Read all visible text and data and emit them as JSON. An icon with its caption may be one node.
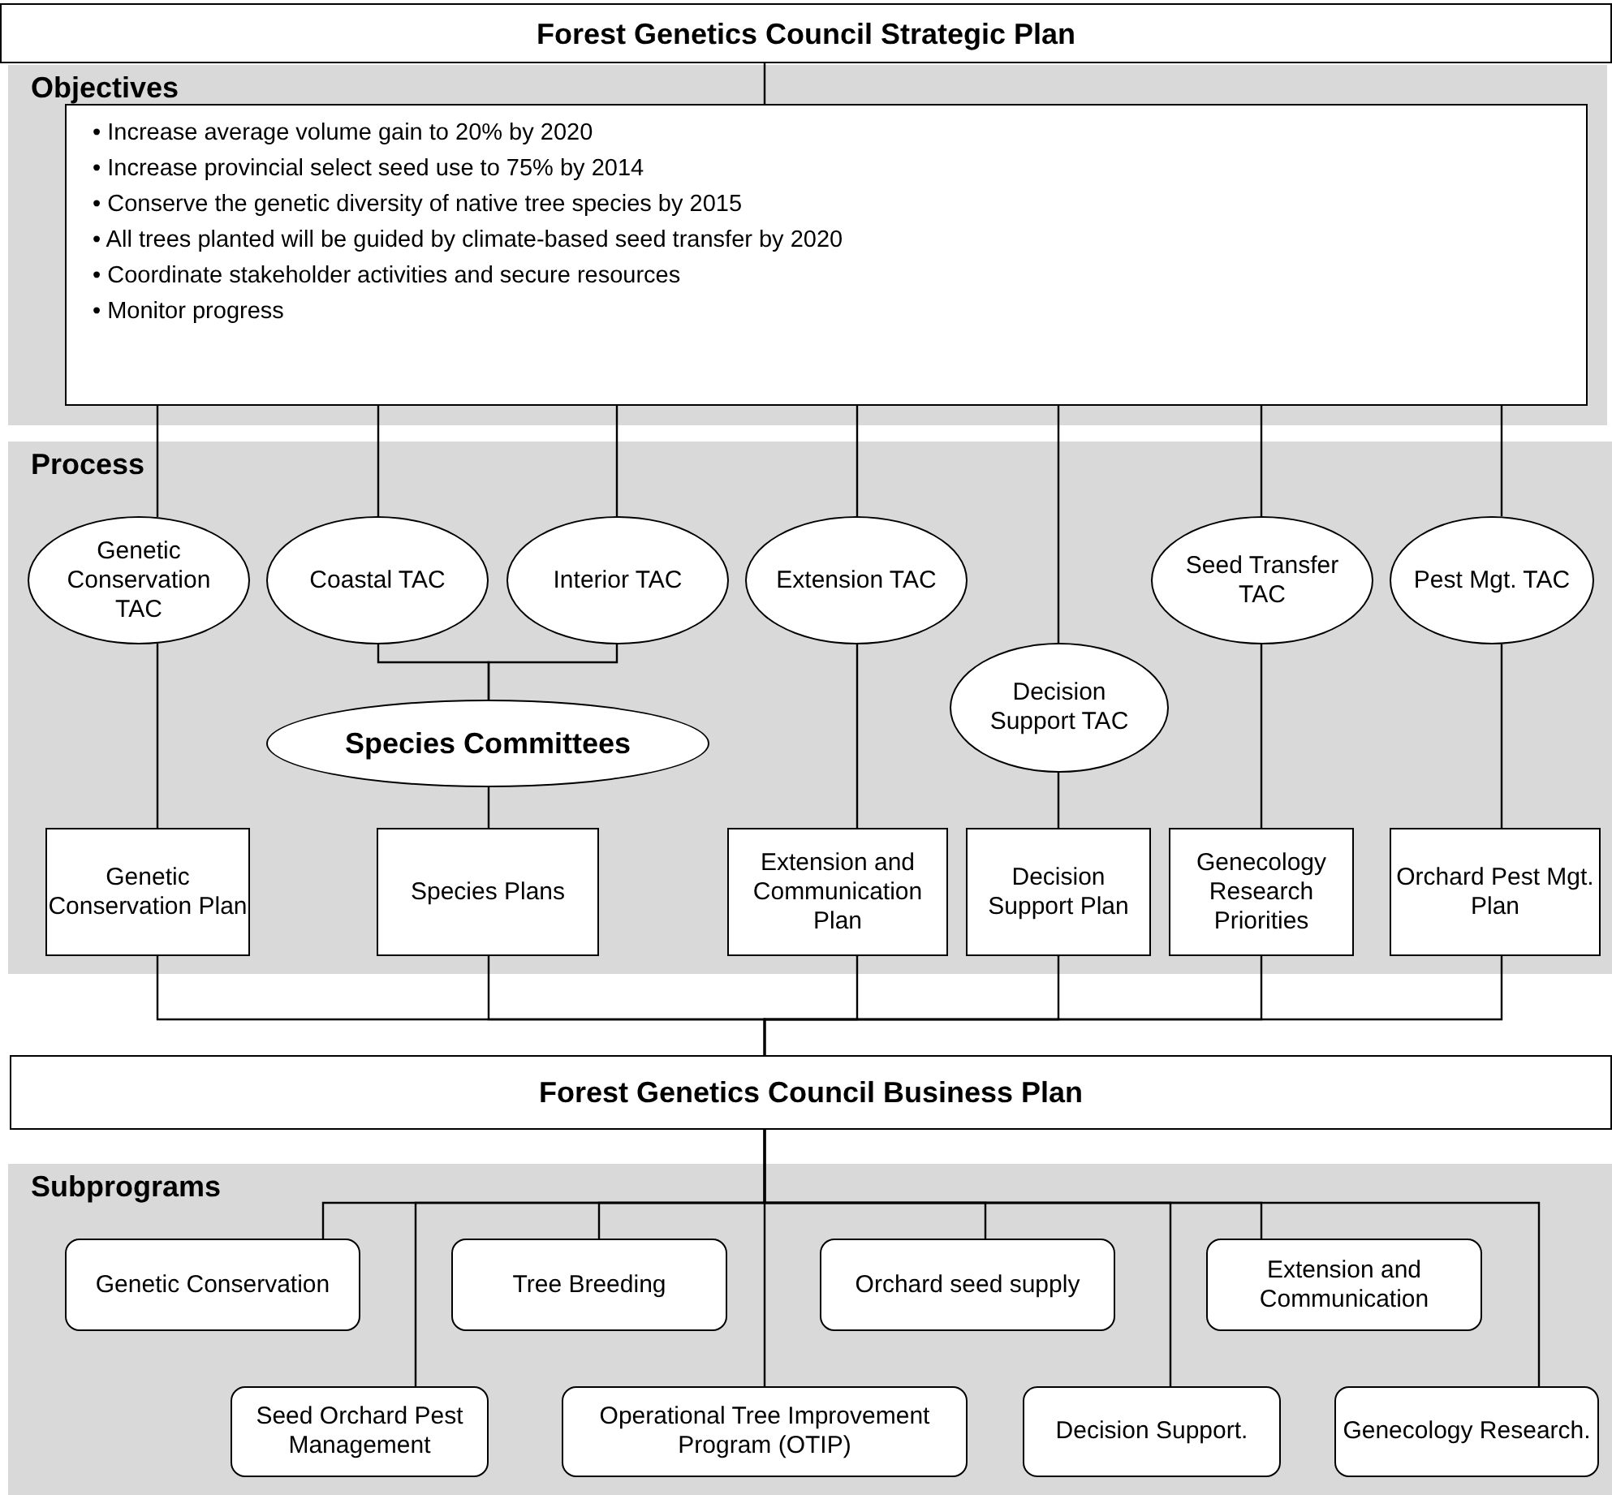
{
  "diagram": {
    "nodes": [
      {
        "text": [
          "Forest Genetics Council Strategic Plan"
        ]
      },
      {
        "text": [
          "Objectives"
        ]
      },
      {
        "text": [
          "• Increase average volume gain to 20% by 2020",
          "• Increase provincial select seed use to 75% by 2014",
          "• Conserve the genetic diversity of native tree species by 2015",
          "• All trees planted will be guided by climate-based seed transfer by 2020",
          "• Coordinate stakeholder activities and secure resources",
          "• Monitor progress"
        ],
        "in": 1
      },
      {
        "text": [
          "Process"
        ]
      },
      {
        "text": [
          "Genetic Conservation TAC"
        ],
        "in": 3
      },
      {
        "text": [
          "Coastal TAC"
        ],
        "in": 3
      },
      {
        "text": [
          "Interior TAC"
        ],
        "in": 3
      },
      {
        "text": [
          "Extension TAC"
        ],
        "in": 3
      },
      {
        "text": [
          "Decision Support TAC"
        ],
        "in": 3
      },
      {
        "text": [
          "Seed Transfer TAC"
        ],
        "in": 3
      },
      {
        "text": [
          "Pest Mgt. TAC"
        ],
        "in": 3
      },
      {
        "text": [
          "Species Committees"
        ],
        "in": 3
      },
      {
        "text": [
          "Genetic Conservation Plan"
        ],
        "in": 3
      },
      {
        "text": [
          "Species Plans"
        ],
        "in": 3
      },
      {
        "text": [
          "Extension and Communication Plan"
        ],
        "in": 3
      },
      {
        "text": [
          "Decision Support Plan"
        ],
        "in": 3
      },
      {
        "text": [
          "Genecology Research Priorities"
        ],
        "in": 3
      },
      {
        "text": [
          "Orchard Pest Mgt. Plan"
        ],
        "in": 3
      },
      {
        "text": [
          "Forest Genetics Council Business Plan"
        ]
      },
      {
        "text": [
          "Subprograms"
        ]
      },
      {
        "text": [
          "Genetic Conservation"
        ],
        "in": 19
      },
      {
        "text": [
          "Tree Breeding"
        ],
        "in": 19
      },
      {
        "text": [
          "Orchard seed supply"
        ],
        "in": 19
      },
      {
        "text": [
          "Extension and Communication"
        ],
        "in": 19
      },
      {
        "text": [
          "Seed Orchard Pest Management"
        ],
        "in": 19
      },
      {
        "text": [
          "Operational Tree Improvement Program (OTIP)"
        ],
        "in": 19
      },
      {
        "text": [
          "Decision Support."
        ],
        "in": 19
      },
      {
        "text": [
          "Genecology Research."
        ],
        "in": 19
      }
    ],
    "edges": [
      {
        "from": 0,
        "to": 2,
        "arrow": "none"
      },
      {
        "from": 2,
        "to": 4,
        "arrow": "none"
      },
      {
        "from": 2,
        "to": 5,
        "arrow": "none"
      },
      {
        "from": 2,
        "to": 6,
        "arrow": "none"
      },
      {
        "from": 2,
        "to": 7,
        "arrow": "none"
      },
      {
        "from": 2,
        "to": 8,
        "arrow": "none"
      },
      {
        "from": 2,
        "to": 9,
        "arrow": "none"
      },
      {
        "from": 2,
        "to": 10,
        "arrow": "none"
      },
      {
        "from": 5,
        "to": 11,
        "arrow": "none"
      },
      {
        "from": 6,
        "to": 11,
        "arrow": "none"
      },
      {
        "from": 11,
        "to": 13,
        "arrow": "none"
      },
      {
        "from": 4,
        "to": 12,
        "arrow": "none"
      },
      {
        "from": 7,
        "to": 14,
        "arrow": "none"
      },
      {
        "from": 8,
        "to": 15,
        "arrow": "none"
      },
      {
        "from": 9,
        "to": 16,
        "arrow": "none"
      },
      {
        "from": 10,
        "to": 17,
        "arrow": "none"
      },
      {
        "from": 12,
        "to": 18,
        "arrow": "none"
      },
      {
        "from": 13,
        "to": 18,
        "arrow": "none"
      },
      {
        "from": 14,
        "to": 18,
        "arrow": "none"
      },
      {
        "from": 15,
        "to": 18,
        "arrow": "none"
      },
      {
        "from": 16,
        "to": 18,
        "arrow": "none"
      },
      {
        "from": 17,
        "to": 18,
        "arrow": "none"
      },
      {
        "from": 18,
        "to": 20,
        "arrow": "none"
      },
      {
        "from": 18,
        "to": 21,
        "arrow": "none"
      },
      {
        "from": 18,
        "to": 22,
        "arrow": "none"
      },
      {
        "from": 18,
        "to": 23,
        "arrow": "none"
      },
      {
        "from": 18,
        "to": 24,
        "arrow": "none"
      },
      {
        "from": 18,
        "to": 25,
        "arrow": "none"
      },
      {
        "from": 18,
        "to": 26,
        "arrow": "none"
      },
      {
        "from": 18,
        "to": 27,
        "arrow": "none"
      }
    ]
  }
}
